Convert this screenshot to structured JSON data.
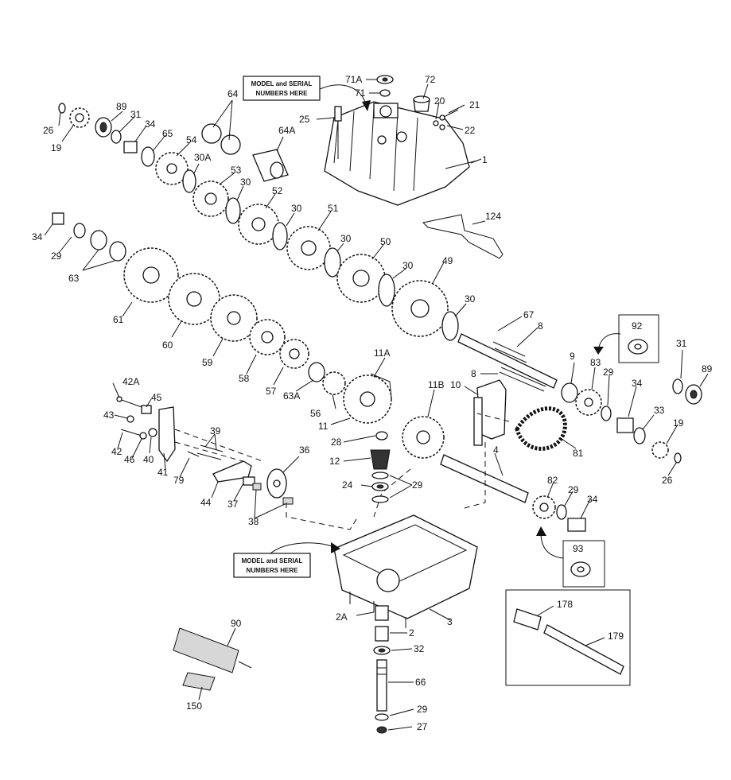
{
  "callouts": {
    "top": {
      "line1": "MODEL and SERIAL",
      "line2": "NUMBERS HERE"
    },
    "bottom": {
      "line1": "MODEL and SERIAL",
      "line2": "NUMBERS HERE"
    }
  },
  "labels": {
    "p71A": "71A",
    "p72": "72",
    "p71": "71",
    "p20": "20",
    "p21": "21",
    "p22": "22",
    "p25": "25",
    "p1": "1",
    "p64": "64",
    "p64A": "64A",
    "p89a": "89",
    "p31a": "31",
    "p34a": "34",
    "p26a": "26",
    "p19a": "19",
    "p65": "65",
    "p54": "54",
    "p30A": "30A",
    "p53": "53",
    "p30a": "30",
    "p52": "52",
    "p30b": "30",
    "p51": "51",
    "p30c": "30",
    "p50": "50",
    "p30d": "30",
    "p49": "49",
    "p30e": "30",
    "p124": "124",
    "p34b": "34",
    "p29a": "29",
    "p63": "63",
    "p61": "61",
    "p60": "60",
    "p59": "59",
    "p58": "58",
    "p57": "57",
    "p63A": "63A",
    "p56": "56",
    "p11A": "11A",
    "p11": "11",
    "p11B": "11B",
    "p67": "67",
    "p8a": "8",
    "p8b": "8",
    "p92": "92",
    "p31b": "31",
    "p89b": "89",
    "p9": "9",
    "p83": "83",
    "p29b": "29",
    "p34c": "34",
    "p33": "33",
    "p19b": "19",
    "p26b": "26",
    "p10": "10",
    "p81": "81",
    "p42A": "42A",
    "p45": "45",
    "p43": "43",
    "p42": "42",
    "p46": "46",
    "p40": "40",
    "p41": "41",
    "p39": "39",
    "p79": "79",
    "p44": "44",
    "p37": "37",
    "p38": "38",
    "p36": "36",
    "p28": "28",
    "p12": "12",
    "p24": "24",
    "p29c": "29",
    "p4": "4",
    "p82": "82",
    "p29d": "29",
    "p34d": "34",
    "p93": "93",
    "p3": "3",
    "p2A": "2A",
    "p2": "2",
    "p32": "32",
    "p66": "66",
    "p29e": "29",
    "p27": "27",
    "p90": "90",
    "p150": "150",
    "p178": "178",
    "p179": "179"
  },
  "icons": {
    "arrow": "curved-arrow-icon",
    "gear": "gear-icon",
    "shaft": "shaft-icon",
    "washer": "washer-icon",
    "bearing": "bearing-icon"
  },
  "colors": {
    "ink": "#111111",
    "paper": "#ffffff",
    "shade": "#d7d7d7"
  }
}
